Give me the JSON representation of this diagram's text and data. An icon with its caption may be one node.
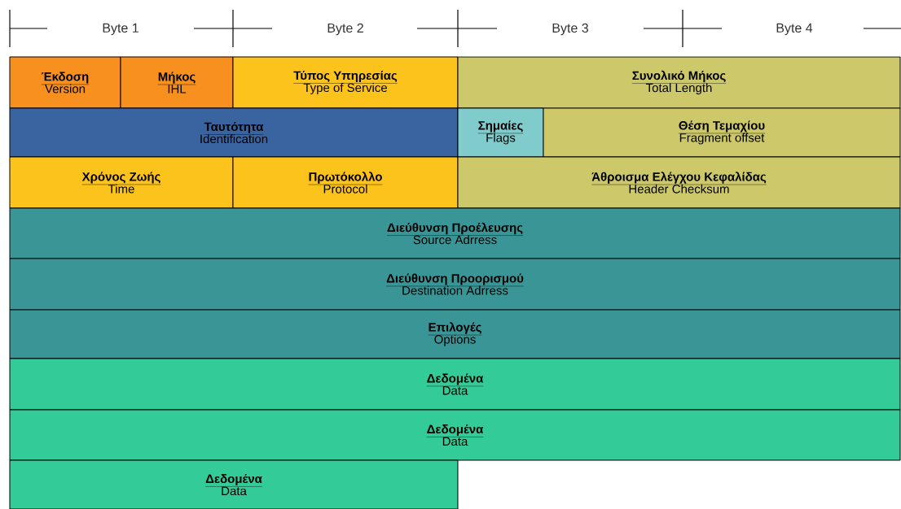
{
  "diagram": {
    "nodes": [
      {
        "text": [
          "Έκδοση",
          "Version"
        ]
      },
      {
        "text": [
          "Μήκος",
          "IHL"
        ]
      },
      {
        "text": [
          "Τύπος Υπηρεσίας",
          "Type of Service"
        ]
      },
      {
        "text": [
          "Συνολικό Μήκος",
          "Total Length"
        ]
      },
      {
        "text": [
          "Ταυτότητα",
          "Identification"
        ]
      },
      {
        "text": [
          "Σημαίες",
          "Flags"
        ]
      },
      {
        "text": [
          "Θέση Τεμαχίου",
          "Fragment offset"
        ]
      },
      {
        "text": [
          "Χρόνος Ζωής",
          "Time"
        ]
      },
      {
        "text": [
          "Πρωτόκολλο",
          "Protocol"
        ]
      },
      {
        "text": [
          "Άθροισμα Ελέγχου Κεφαλίδας",
          "Header Checksum"
        ]
      },
      {
        "text": [
          "Διεύθυνση Προέλευσης",
          "Source Adrress"
        ]
      },
      {
        "text": [
          "Διεύθυνση Προορισμού",
          "Destination Adrress"
        ]
      },
      {
        "text": [
          "Επιλογές",
          "Options"
        ]
      },
      {
        "text": [
          "Δεδομένα",
          "Data"
        ]
      },
      {
        "text": [
          "Δεδομένα",
          "Data"
        ]
      },
      {
        "text": [
          "Δεδομένα",
          "Data"
        ]
      }
    ],
    "labels": [
      "Byte 1",
      "Byte 2",
      "Byte 3",
      "Byte 4"
    ]
  }
}
